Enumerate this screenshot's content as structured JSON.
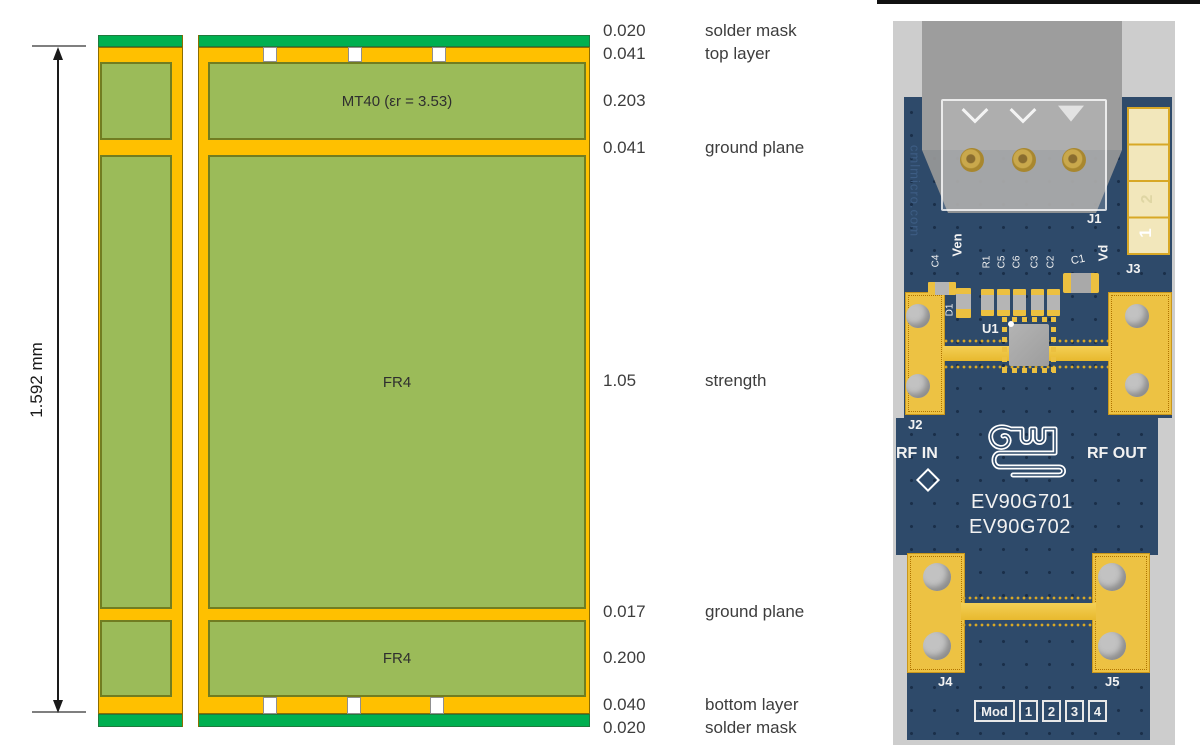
{
  "stackup": {
    "dimension": "1.592 mm",
    "rows": [
      {
        "value": "0.020",
        "name": "solder mask"
      },
      {
        "value": "0.041",
        "name": "top layer"
      },
      {
        "value": "0.203",
        "name": ""
      },
      {
        "value": "0.041",
        "name": "ground plane"
      },
      {
        "value": "1.05",
        "name": "strength"
      },
      {
        "value": "0.017",
        "name": "ground plane"
      },
      {
        "value": "0.200",
        "name": ""
      },
      {
        "value": "0.040",
        "name": "bottom layer"
      },
      {
        "value": "0.020",
        "name": "solder mask"
      }
    ],
    "mt40_label": "MT40 (εr = 3.53)",
    "fr4_core_label": "FR4",
    "fr4_bottom_label": "FR4",
    "colors": {
      "copper": "#FFC000",
      "dielectric": "#9BBB59",
      "solder_mask": "#00B050"
    }
  },
  "board": {
    "watermark": "cmlmicro.com",
    "connector_label": "J1",
    "header_label": "J3",
    "pin1": "1",
    "pin2": "2",
    "vd_label": "Vd",
    "ven_label": "Ven",
    "components": {
      "c4": "C4",
      "d1": "D1",
      "r1": "R1",
      "c5": "C5",
      "c6": "C6",
      "c3": "C3",
      "c2": "C2",
      "c1": "C1",
      "u1": "U1"
    },
    "j2_label": "J2",
    "rf_in": "RF IN",
    "rf_out": "RF OUT",
    "model_1": "EV90G701",
    "model_2": "EV90G702",
    "j4_label": "J4",
    "j5_label": "J5",
    "mod": {
      "label": "Mod",
      "numbers": [
        "1",
        "2",
        "3",
        "4"
      ]
    },
    "colors": {
      "pcb_blue": "#2E4A6A",
      "gold": "#EDC243"
    }
  }
}
